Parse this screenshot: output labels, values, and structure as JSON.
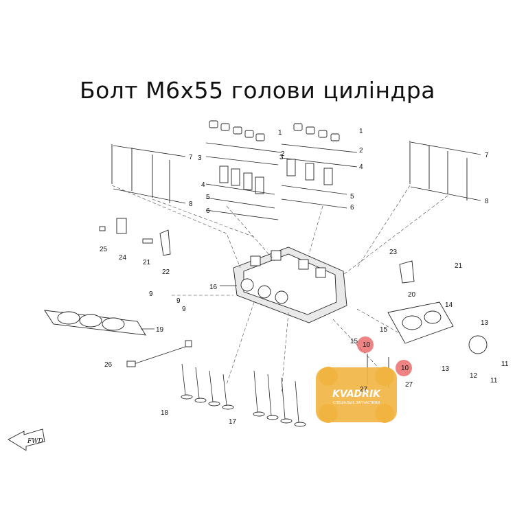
{
  "title": "Болт M6x55 голови циліндра",
  "callouts": [
    "1",
    "2",
    "3",
    "4",
    "5",
    "6",
    "7",
    "8",
    "9",
    "10",
    "11",
    "12",
    "13",
    "14",
    "15",
    "16",
    "17",
    "18",
    "19",
    "20",
    "21",
    "22",
    "23",
    "24",
    "25",
    "26",
    "27"
  ],
  "highlight_labels": [
    "10",
    "10"
  ],
  "highlight_color": "#e85a5a",
  "fwd_label": "FWD",
  "watermark": {
    "brand": "KVADRIK",
    "tagline": "СПЕЦІАЛЬНІ ЗАПЧАСТИНИ",
    "color": "#f2b441"
  }
}
